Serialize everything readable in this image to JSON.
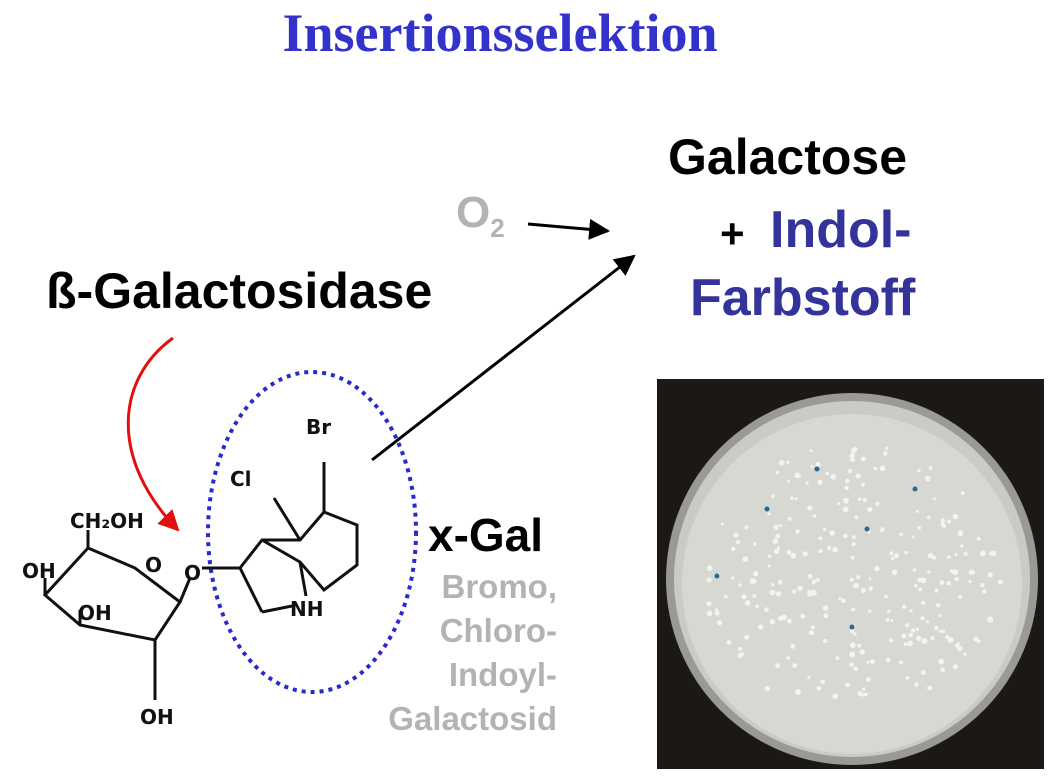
{
  "title": "Insertionsselektion",
  "products": {
    "galactose": "Galactose",
    "plus": "+",
    "indol": "Indol-",
    "farbstoff": "Farbstoff"
  },
  "oxygen": {
    "symbol": "O",
    "subscript": "2"
  },
  "enzyme": "ß-Galactosidase",
  "substrate": {
    "name": "x-Gal",
    "description": [
      "Bromo,",
      "Chloro-",
      "Indoyl-",
      "Galactosid"
    ]
  },
  "molecule_labels": {
    "ch2oh": "CH₂OH",
    "oh_left": "OH",
    "oh_mid": "OH",
    "oh_bottom": "OH",
    "ring_o": "O",
    "link_o": "O",
    "cl": "Cl",
    "br": "Br",
    "nh": "NH"
  },
  "colors": {
    "title": "#3333cc",
    "indol_dye": "#333399",
    "oxygen": "#b3b3b3",
    "description": "#b3b3b3",
    "red_arrow": "#e01010",
    "dotted_ellipse": "#2a2acc"
  }
}
